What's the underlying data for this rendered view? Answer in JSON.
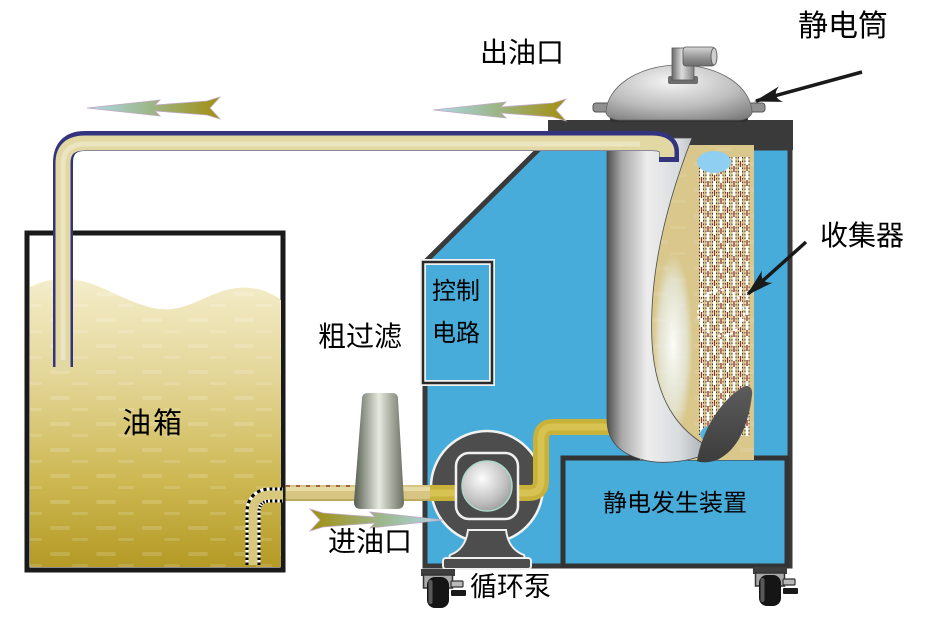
{
  "labels": {
    "electrostatic_cylinder": "静电筒",
    "oil_outlet": "出油口",
    "collector": "收集器",
    "control_circuit_line1": "控制",
    "control_circuit_line2": "电路",
    "coarse_filter": "粗过滤",
    "oil_tank": "油箱",
    "oil_inlet": "进油口",
    "circulation_pump": "循环泵",
    "electrostatic_generator": "静电发生装置"
  },
  "colors": {
    "housing_blue": "#47ACD9",
    "dark_frame": "#3A3A3A",
    "pipe_tan": "#E2D8A4",
    "pipe_border_navy": "#34347E",
    "pump_pipe_yellow": "#C9B23A",
    "oil_light": "#F4EDCB",
    "oil_dark": "#B49A25",
    "collector_panel_tan": "#D9C78C",
    "collector_stripe_red": "#A03020",
    "arrow_tip_blue": "#AFD9EA",
    "arrow_tail_olive": "#A28E0E",
    "metal_light": "#EDEDED",
    "metal_dark": "#4E4E4E"
  }
}
